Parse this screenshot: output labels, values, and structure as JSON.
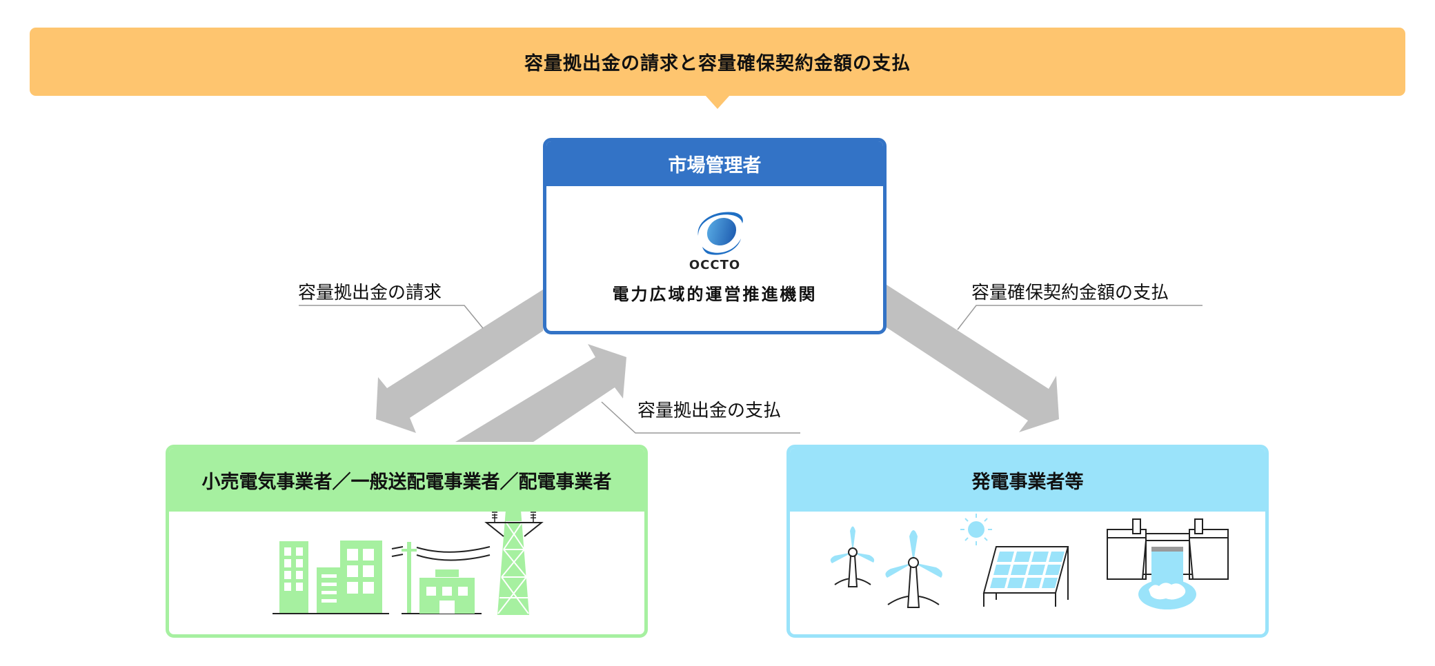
{
  "banner": {
    "title": "容量拠出金の請求と容量確保契約金額の支払",
    "color": "#FEC56F"
  },
  "market_manager": {
    "header": "市場管理者",
    "logo_icon": "occto-swirl-logo",
    "logo_text": "OCCTO",
    "organization": "電力広域的運営推進機関",
    "color": "#3373C6"
  },
  "retailers": {
    "header": "小売電気事業者／一般送配電事業者／配電事業者",
    "icons": [
      "office-buildings-icon",
      "utility-pole-icon",
      "small-building-icon",
      "transmission-tower-icon"
    ],
    "color": "#A6F0A0"
  },
  "generators": {
    "header": "発電事業者等",
    "icons": [
      "wind-turbine-icon",
      "wind-turbine-icon",
      "sun-icon",
      "solar-panel-icon",
      "hydro-dam-icon"
    ],
    "color": "#9AE3FA"
  },
  "flows": [
    {
      "label": "容量拠出金の請求",
      "from": "市場管理者",
      "to": "小売電気事業者／一般送配電事業者／配電事業者"
    },
    {
      "label": "容量拠出金の支払",
      "from": "小売電気事業者／一般送配電事業者／配電事業者",
      "to": "市場管理者"
    },
    {
      "label": "容量確保契約金額の支払",
      "from": "市場管理者",
      "to": "発電事業者等"
    }
  ],
  "arrow_color": "#C0C0C0"
}
